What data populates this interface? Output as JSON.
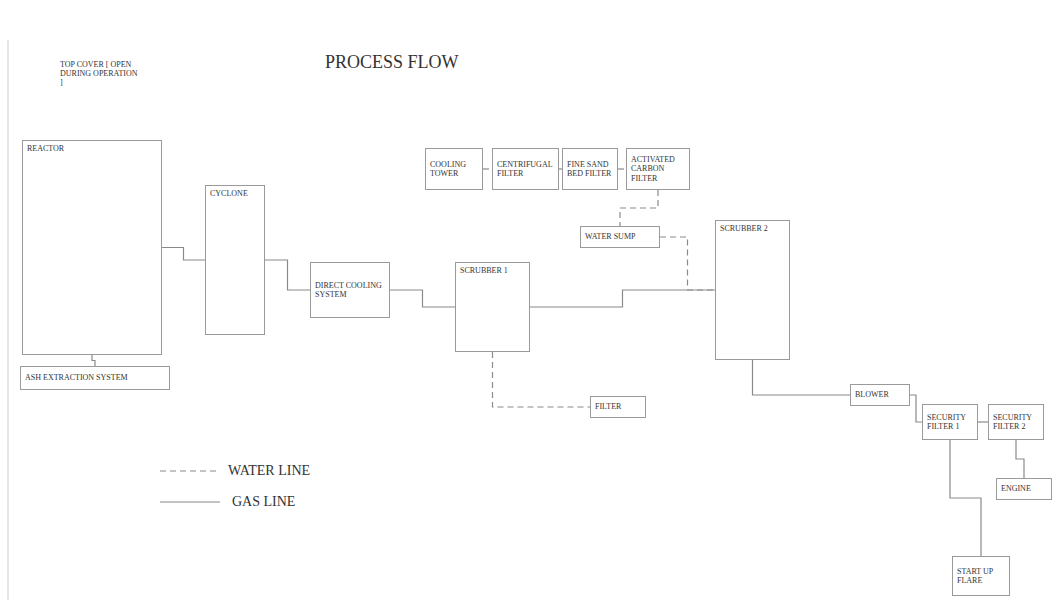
{
  "diagram": {
    "title": "PROCESS FLOW",
    "nodes": [
      {
        "text": [
          "REACTOR"
        ]
      },
      {
        "text": [
          "ASH EXTRACTION SYSTEM"
        ]
      },
      {
        "text": [
          "CYCLONE"
        ]
      },
      {
        "text": [
          "DIRECT COOLING SYSTEM"
        ]
      },
      {
        "text": [
          "COOLING TOWER"
        ]
      },
      {
        "text": [
          "CENTRIFUGAL FILTER"
        ]
      },
      {
        "text": [
          "FINE SAND BED FILTER"
        ]
      },
      {
        "text": [
          "ACTIVATED CARBON FILTER"
        ]
      },
      {
        "text": [
          "WATER SUMP"
        ]
      },
      {
        "text": [
          "SCRUBBER 1"
        ]
      },
      {
        "text": [
          "SCRUBBER 2"
        ]
      },
      {
        "text": [
          "FILTER"
        ]
      },
      {
        "text": [
          "BLOWER"
        ]
      },
      {
        "text": [
          "SECURITY FILTER 1"
        ]
      },
      {
        "text": [
          "SECURITY FILTER 2"
        ]
      },
      {
        "text": [
          "ENGINE"
        ]
      },
      {
        "text": [
          "START UP FLARE"
        ]
      }
    ],
    "edges": [
      {
        "from": 0,
        "to": 1,
        "arrow": "none"
      },
      {
        "from": 0,
        "to": 2,
        "arrow": "none"
      },
      {
        "from": 2,
        "to": 3,
        "arrow": "none"
      },
      {
        "from": 3,
        "to": 9,
        "arrow": "none"
      },
      {
        "from": 9,
        "to": 10,
        "arrow": "none"
      },
      {
        "from": 10,
        "to": 12,
        "arrow": "none"
      },
      {
        "from": 12,
        "to": 13,
        "arrow": "none"
      },
      {
        "from": 13,
        "to": 14,
        "arrow": "none"
      },
      {
        "from": 14,
        "to": 15,
        "arrow": "none"
      },
      {
        "from": 13,
        "to": 16,
        "arrow": "none"
      },
      {
        "from": 9,
        "to": 11,
        "arrow": "none"
      },
      {
        "from": 4,
        "to": 5,
        "arrow": "none"
      },
      {
        "from": 5,
        "to": 6,
        "arrow": "none"
      },
      {
        "from": 6,
        "to": 7,
        "arrow": "none"
      },
      {
        "from": 7,
        "to": 8,
        "arrow": "none"
      },
      {
        "from": 8,
        "to": 10,
        "arrow": "none"
      }
    ],
    "labels": [
      "TOP COVER [ OPEN DURING OPERATION ]"
    ],
    "legend": [
      {
        "text": "WATER LINE"
      },
      {
        "text": "GAS LINE"
      }
    ]
  }
}
